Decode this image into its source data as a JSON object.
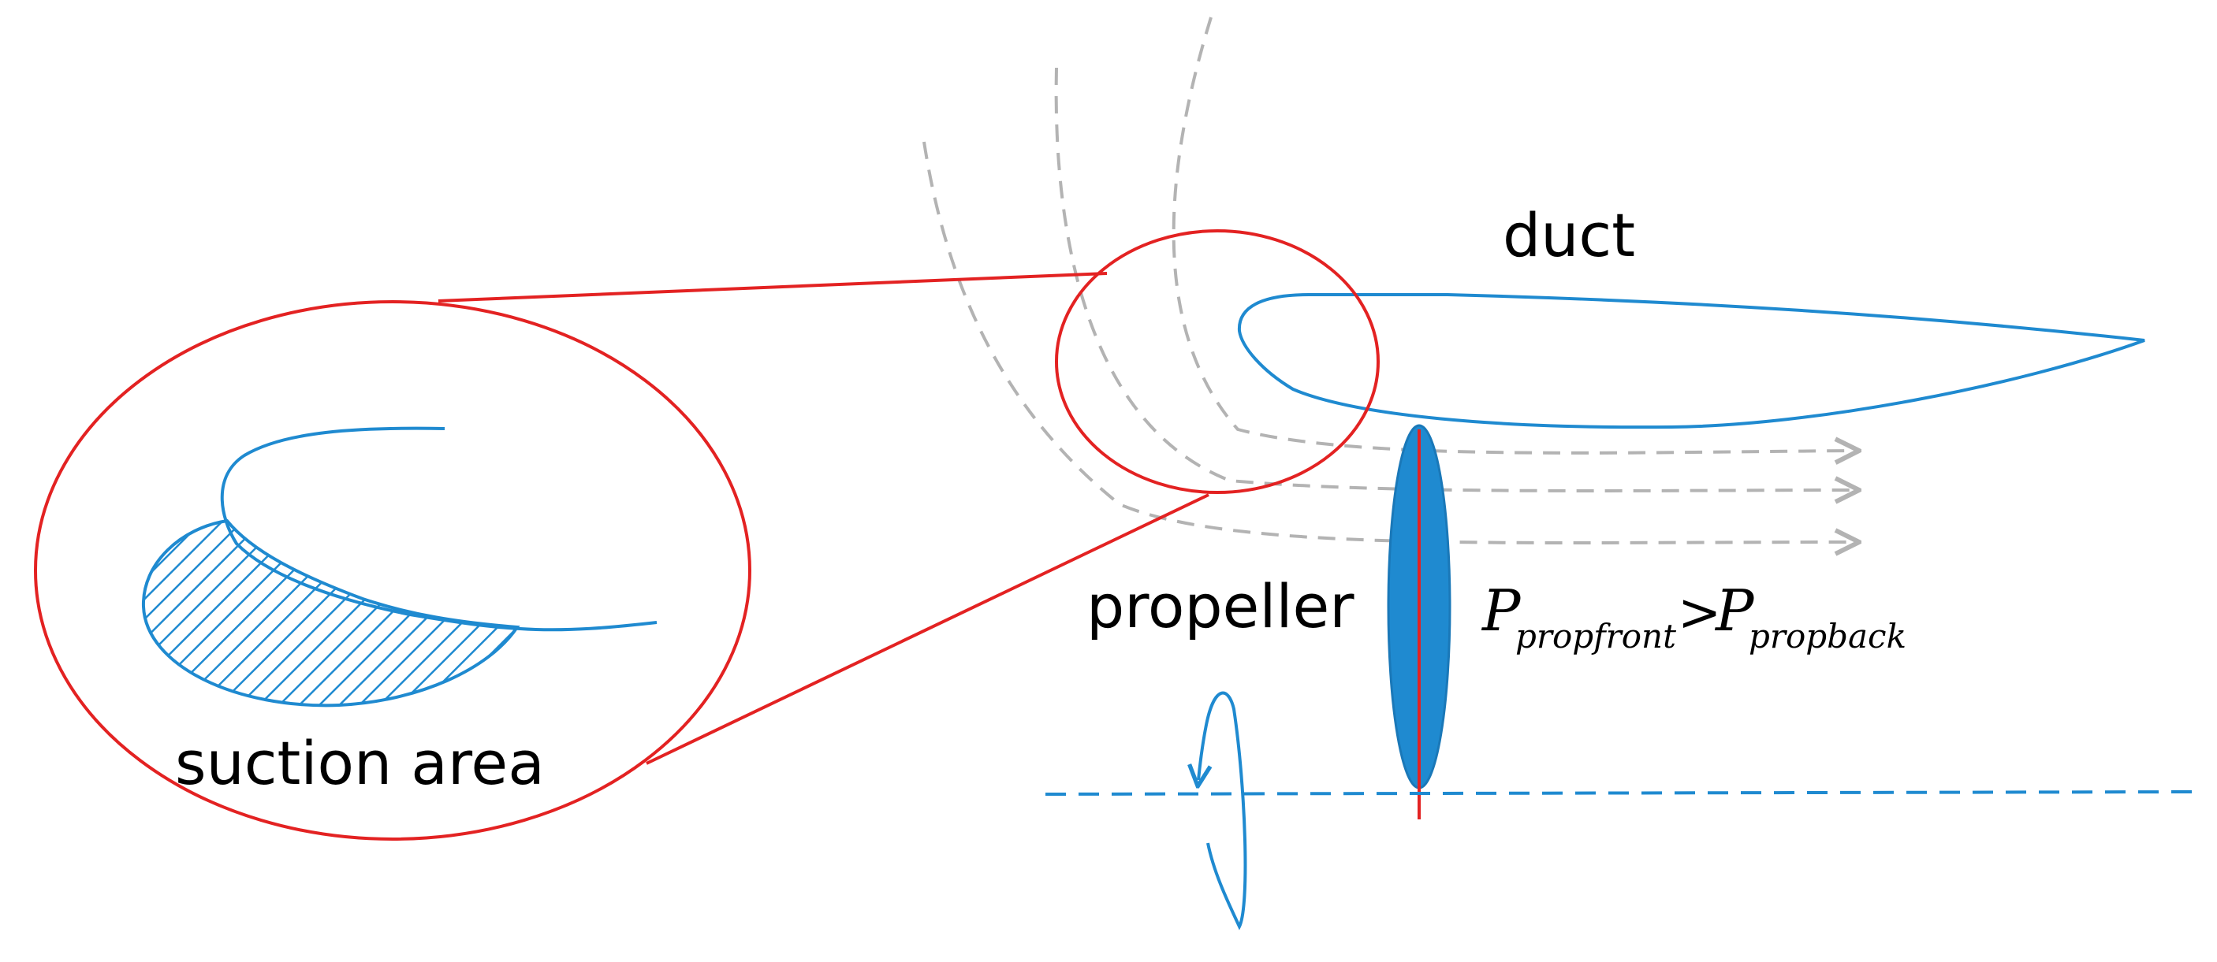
{
  "labels": {
    "duct": "duct",
    "propeller": "propeller",
    "suction_area": "suction area"
  },
  "equation": {
    "left_symbol": "P",
    "left_subscript": "propfront",
    "operator": ">",
    "right_symbol": "P",
    "right_subscript": "propback"
  },
  "colors": {
    "duct_outline": "#1f8ad0",
    "propeller_fill": "#1f8ad0",
    "callout": "#e32222",
    "streamlines": "#b3b3b3",
    "axis": "#1f8ad0",
    "text": "#000000"
  }
}
